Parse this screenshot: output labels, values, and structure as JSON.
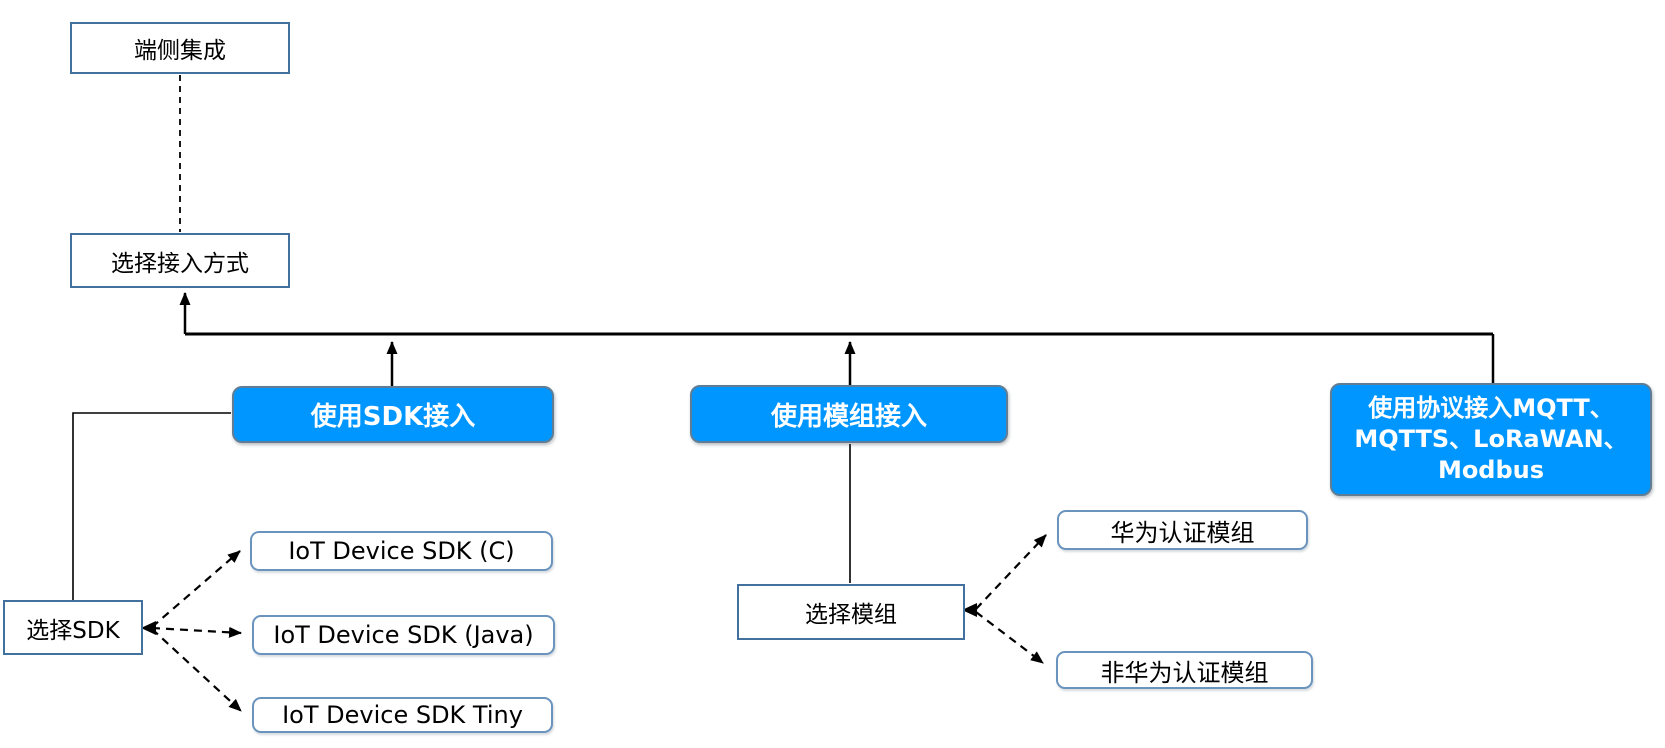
{
  "colors": {
    "background": "#FFFFFF",
    "accent_blue": "#0096FF",
    "blue_box_border": "#5F7E95",
    "square_box_border": "#41719C",
    "rounded_box_border": "#6A93BE",
    "line_black": "#000000",
    "text_dark": "#000000",
    "text_light": "#FFFFFF"
  },
  "nodes": {
    "device_integration": {
      "label": "端侧集成"
    },
    "choose_access_method": {
      "label": "选择接入方式"
    },
    "sdk_access": {
      "label": "使用SDK接入"
    },
    "module_access": {
      "label": "使用模组接入"
    },
    "protocol_access": {
      "label": "使用协议接入MQTT、MQTTS、LoRaWAN、Modbus"
    },
    "choose_sdk": {
      "label": "选择SDK"
    },
    "sdk_c": {
      "label": "IoT Device SDK (C)"
    },
    "sdk_java": {
      "label": "IoT Device SDK (Java)"
    },
    "sdk_tiny": {
      "label": "IoT Device SDK Tiny"
    },
    "choose_module": {
      "label": "选择模组"
    },
    "huawei_module": {
      "label": "华为认证模组"
    },
    "non_huawei_module": {
      "label": "非华为认证模组"
    }
  }
}
